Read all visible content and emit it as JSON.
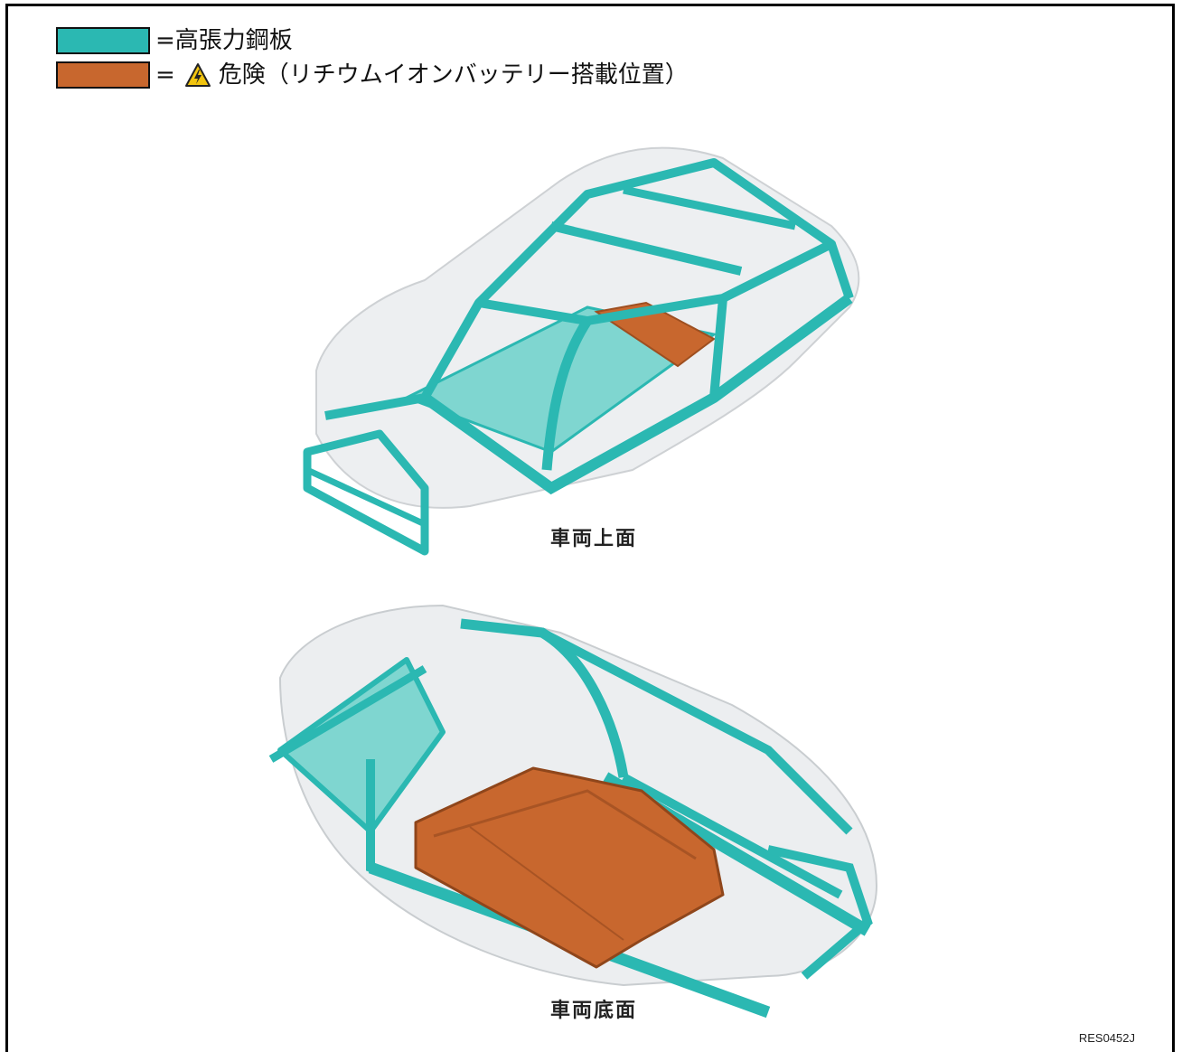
{
  "legend": {
    "items": [
      {
        "color": "#2bb8b2",
        "label": "=高張力鋼板"
      },
      {
        "color": "#c8672e",
        "label": "危険（リチウムイオンバッテリー搭載位置）",
        "prefix": "=",
        "icon": "high-voltage-warning-icon"
      }
    ]
  },
  "views": {
    "top_caption": "車両上面",
    "bottom_caption": "車両底面"
  },
  "figure_code": "RES0452J",
  "colors": {
    "steel": "#2bb8b2",
    "battery": "#c8672e",
    "body_ghost": "#e6e8ea"
  }
}
